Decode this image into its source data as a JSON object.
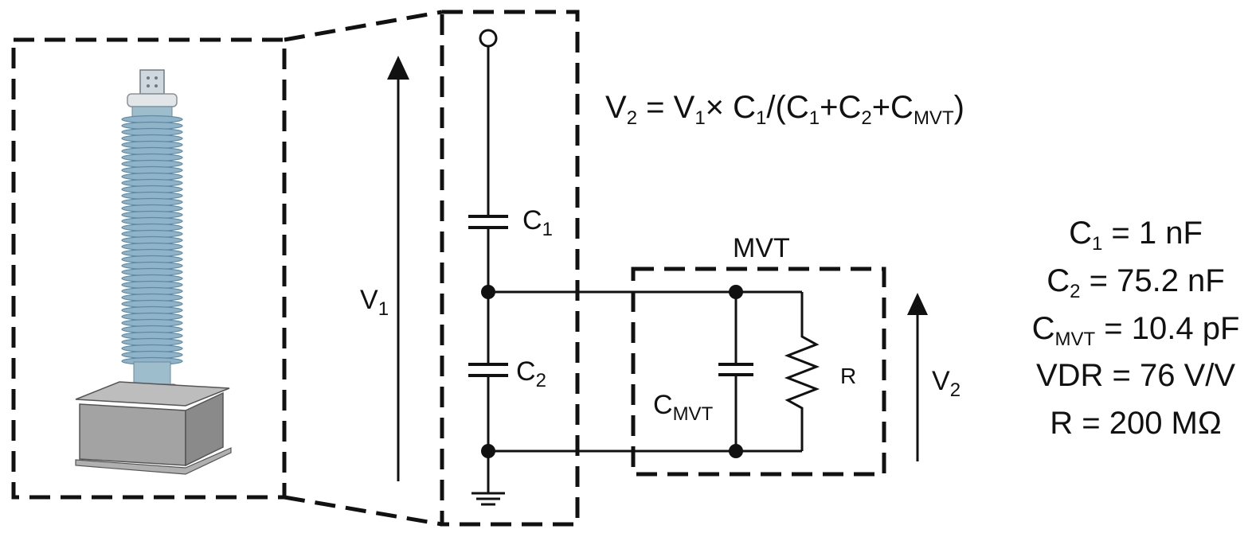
{
  "formula": {
    "v2": "V",
    "v2_sub": "2",
    "eq": " = V",
    "v1_sub": "1",
    "times_c1": "× C",
    "c1_sub": "1",
    "open": "/(C",
    "c1b_sub": "1",
    "plus_c2": "+C",
    "c2_sub": "2",
    "plus_cmvt": "+C",
    "cmvt_sub": "MVT",
    "close": ")"
  },
  "labels": {
    "c1": "C",
    "c1_sub": "1",
    "c2": "C",
    "c2_sub": "2",
    "v1": "V",
    "v1_sub": "1",
    "v2": "V",
    "v2_sub": "2",
    "mvt_title": "MVT",
    "cmvt": "C",
    "cmvt_sub": "MVT",
    "r": "R"
  },
  "parameters": [
    {
      "sym": "C",
      "sub": "1",
      "value": " = 1 nF"
    },
    {
      "sym": "C",
      "sub": "2",
      "value": " = 75.2 nF"
    },
    {
      "sym": "C",
      "sub": "MVT",
      "value": " = 10.4 pF"
    },
    {
      "sym": "VDR",
      "sub": "",
      "value": " = 76 V/V"
    },
    {
      "sym": "R",
      "sub": "",
      "value": " = 200 MΩ"
    }
  ],
  "colors": {
    "insulator": "#8fb3c9",
    "insulator_dark": "#5f8aa3",
    "base": "#9a9a9a",
    "line": "#111111"
  }
}
